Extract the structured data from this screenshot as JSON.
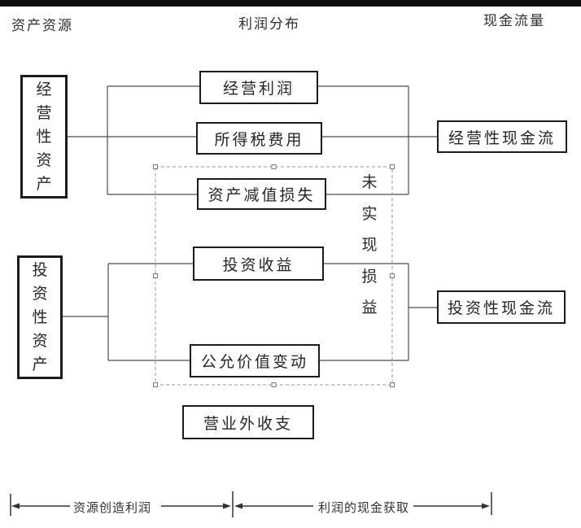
{
  "headers": {
    "assets": "资产资源",
    "profit": "利润分布",
    "cashflow": "现金流量"
  },
  "asset_boxes": [
    {
      "label": "经营性资产"
    },
    {
      "label": "投资性资产"
    }
  ],
  "profit_boxes": [
    {
      "label": "经营利润"
    },
    {
      "label": "所得税费用"
    },
    {
      "label": "资产减值损失"
    },
    {
      "label": "投资收益"
    },
    {
      "label": "公允价值变动"
    },
    {
      "label": "营业外收支"
    }
  ],
  "cashflow_boxes": [
    {
      "label": "经营性现金流"
    },
    {
      "label": "投资性现金流"
    }
  ],
  "unrealized_label": "未实现损益",
  "bottom_brackets": [
    {
      "label": "资源创造利润"
    },
    {
      "label": "利润的现金获取"
    }
  ],
  "colors": {
    "top_bar": "#0d0d0d",
    "box_border": "#1c1c1c",
    "connector_line": "#4d4d4d",
    "dashed_selection": "#999999",
    "text": "#2b2b2b"
  }
}
